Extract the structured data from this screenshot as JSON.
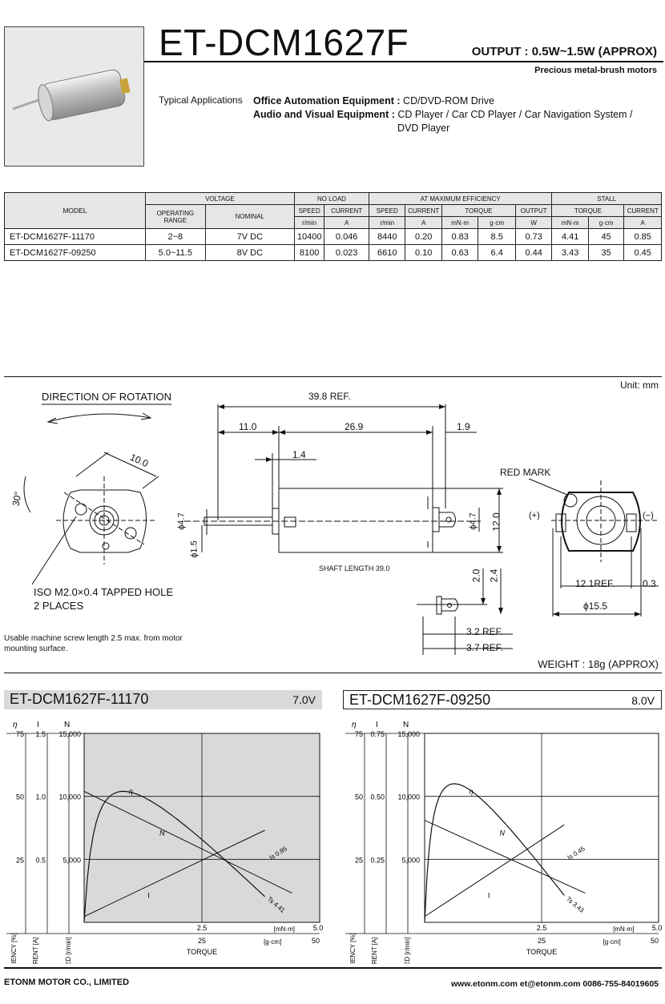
{
  "header": {
    "title": "ET-DCM1627F",
    "output": "OUTPUT : 0.5W~1.5W (APPROX)",
    "subtitle": "Precious metal-brush motors"
  },
  "applications": {
    "label": "Typical Applications",
    "line1_bold": "Office Automation Equipment :",
    "line1": " CD/DVD-ROM Drive",
    "line2_bold": "Audio and Visual Equipment :",
    "line2": " CD Player / Car CD Player / Car Navigation System /",
    "line3": "DVD Player"
  },
  "table": {
    "h_model": "MODEL",
    "h_voltage": "VOLTAGE",
    "h_noload": "NO LOAD",
    "h_maxeff": "AT MAXIMUM EFFICIENCY",
    "h_stall": "STALL",
    "h_oprange": "OPERATING RANGE",
    "h_nominal": "NOMINAL",
    "h_speed": "SPEED",
    "h_current": "CURRENT",
    "h_torque": "TORQUE",
    "h_output": "OUTPUT",
    "u_rmin": "r/min",
    "u_a": "A",
    "u_mnm": "mN·m",
    "u_gcm": "g·cm",
    "u_w": "W",
    "rows": [
      [
        "ET-DCM1627F-11170",
        "2~8",
        "7V DC",
        "10400",
        "0.046",
        "8440",
        "0.20",
        "0.83",
        "8.5",
        "0.73",
        "4.41",
        "45",
        "0.85"
      ],
      [
        "ET-DCM1627F-09250",
        "5.0~11.5",
        "8V DC",
        "8100",
        "0.023",
        "6610",
        "0.10",
        "0.63",
        "6.4",
        "0.44",
        "3.43",
        "35",
        "0.45"
      ]
    ]
  },
  "drawing": {
    "unit": "Unit: mm",
    "direction": "DIRECTION OF ROTATION",
    "d_total": "39.8 REF.",
    "d_11": "11.0",
    "d_269": "26.9",
    "d_19": "1.9",
    "d_14": "1.4",
    "d_10": "10.0",
    "d_30": "30°",
    "d_47a": "ϕ4.7",
    "d_15": "ϕ1.5",
    "d_47b": "ϕ4.7",
    "d_12": "12.0",
    "shaft": "SHAFT LENGTH  39.0",
    "redmark": "RED MARK",
    "plus": "(+)",
    "minus": "(−)",
    "d_121": "12.1REF.",
    "d_03": "0.3",
    "d_155": "ϕ15.5",
    "d_20": "2.0",
    "d_24": "2.4",
    "d_32": "3.2 REF.",
    "d_37": "3.7 REF.",
    "iso": "ISO M2.0×0.4 TAPPED HOLE",
    "places": "2 PLACES",
    "note": "Usable machine screw length 2.5 max. from motor mounting surface.",
    "weight": "WEIGHT : 18g (APPROX)"
  },
  "charts": [
    {
      "name": "ET-DCM1627F-11170",
      "voltage": "7.0V",
      "eta_ticks": [
        "75",
        "50",
        "25"
      ],
      "i_ticks": [
        "1.5",
        "1.0",
        "0.5"
      ],
      "n_ticks": [
        "15,000",
        "10,000",
        "5,000"
      ],
      "is_label": "Is 0.85",
      "ts_label": "Ts 4.41",
      "stall_torque": 4.41,
      "noload_speed": 10400,
      "stall_current": 0.85,
      "noload_current": 0.046,
      "peak_eff": 52
    },
    {
      "name": "ET-DCM1627F-09250",
      "voltage": "8.0V",
      "eta_ticks": [
        "75",
        "50",
        "25"
      ],
      "i_ticks": [
        "0.75",
        "0.50",
        "0.25"
      ],
      "n_ticks": [
        "15,000",
        "10,000",
        "5,000"
      ],
      "is_label": "Is 0.45",
      "ts_label": "Ts 3.43",
      "stall_torque": 3.43,
      "noload_speed": 8100,
      "stall_current": 0.45,
      "noload_current": 0.023,
      "peak_eff": 55
    }
  ],
  "chart_common": {
    "eta": "η",
    "i": "I",
    "n": "N",
    "curve_eta": "η",
    "curve_n": "N",
    "curve_i": "I",
    "x_mnm": "[mN·m]",
    "x_gcm": "[g·cm]",
    "x_25": "2.5",
    "x_50": "5.0",
    "x_25g": "25",
    "x_50g": "50",
    "x_torque": "TORQUE",
    "y_eff": "EFFICIENCY [%]",
    "y_cur": "CURRENT [A]",
    "y_spd": "SPEED [r/min]"
  },
  "footer": {
    "company": "ETONM MOTOR CO., LIMITED",
    "contact": "www.etonm.com      et@etonm.com   0086-755-84019605"
  }
}
